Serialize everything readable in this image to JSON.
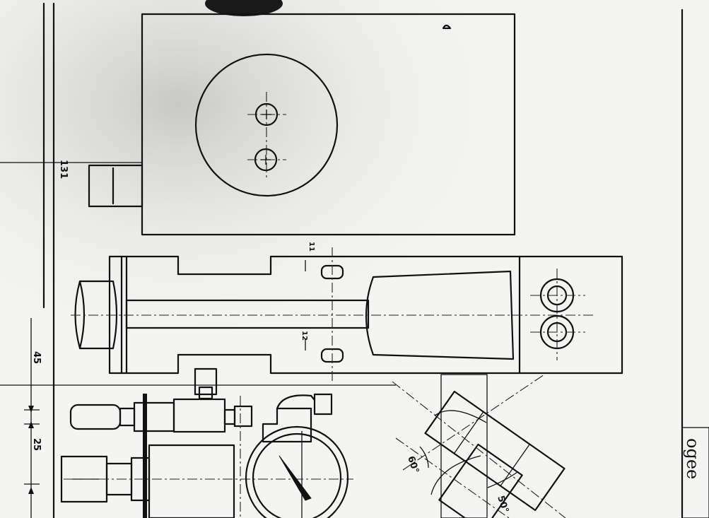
{
  "dimensions": {
    "overall_height": "131",
    "lower_offset": "45",
    "bottom_offset": "25",
    "hole_offset_top": "11",
    "hole_offset_bottom": "12"
  },
  "angles": {
    "left": "60°",
    "right": "50°"
  },
  "signature": "ogee",
  "colors": {
    "paper": "#f4f4f2",
    "ink": "#111111"
  }
}
